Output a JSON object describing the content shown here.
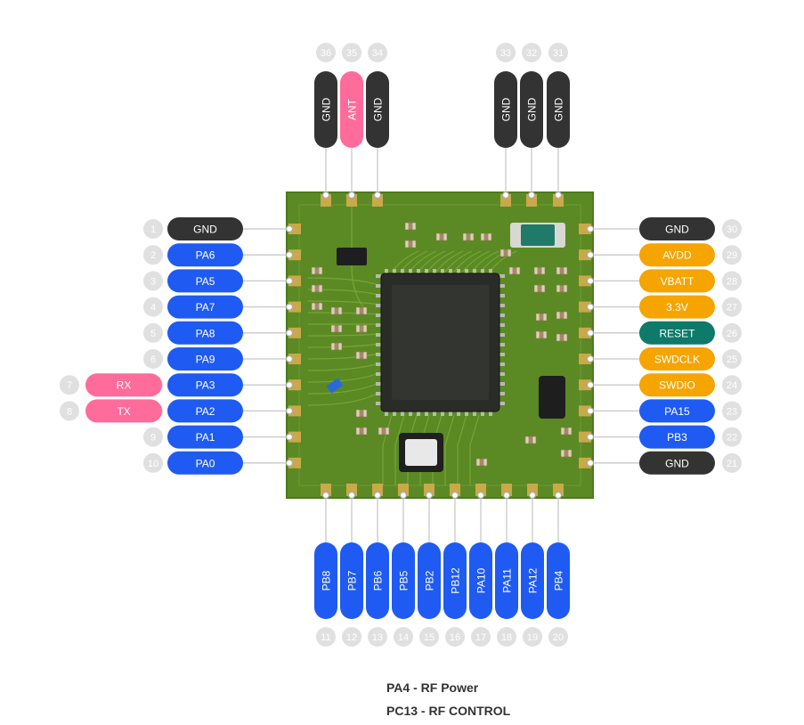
{
  "colors": {
    "gnd": "#333333",
    "gpio": "#1f5bf2",
    "uart": "#ff6b9a",
    "ant": "#ff6b9a",
    "power": "#f6a400",
    "reset": "#0d7a6a",
    "swd": "#f6a400",
    "number_circle": "#e0e0e0",
    "number_text": "#ffffff",
    "pcb": "#5b8a24",
    "pcb_edge": "#4c7a1a",
    "pad": "#c9a94a",
    "chip": "#2a2c28"
  },
  "pins": {
    "left": [
      {
        "num": "1",
        "label": "GND",
        "kind": "gnd"
      },
      {
        "num": "2",
        "label": "PA6",
        "kind": "gpio"
      },
      {
        "num": "3",
        "label": "PA5",
        "kind": "gpio"
      },
      {
        "num": "4",
        "label": "PA7",
        "kind": "gpio"
      },
      {
        "num": "5",
        "label": "PA8",
        "kind": "gpio"
      },
      {
        "num": "6",
        "label": "PA9",
        "kind": "gpio"
      },
      {
        "num": "7",
        "label": "PA3",
        "kind": "gpio",
        "alt": "RX"
      },
      {
        "num": "8",
        "label": "PA2",
        "kind": "gpio",
        "alt": "TX"
      },
      {
        "num": "9",
        "label": "PA1",
        "kind": "gpio"
      },
      {
        "num": "10",
        "label": "PA0",
        "kind": "gpio"
      }
    ],
    "right": [
      {
        "num": "30",
        "label": "GND",
        "kind": "gnd"
      },
      {
        "num": "29",
        "label": "AVDD",
        "kind": "power"
      },
      {
        "num": "28",
        "label": "VBATT",
        "kind": "power"
      },
      {
        "num": "27",
        "label": "3.3V",
        "kind": "power"
      },
      {
        "num": "26",
        "label": "RESET",
        "kind": "reset"
      },
      {
        "num": "25",
        "label": "SWDCLK",
        "kind": "swd"
      },
      {
        "num": "24",
        "label": "SWDIO",
        "kind": "swd"
      },
      {
        "num": "23",
        "label": "PA15",
        "kind": "gpio"
      },
      {
        "num": "22",
        "label": "PB3",
        "kind": "gpio"
      },
      {
        "num": "21",
        "label": "GND",
        "kind": "gnd"
      }
    ],
    "top": [
      {
        "num": "36",
        "label": "GND",
        "kind": "gnd"
      },
      {
        "num": "35",
        "label": "ANT",
        "kind": "ant"
      },
      {
        "num": "34",
        "label": "GND",
        "kind": "gnd"
      },
      {
        "num": "33",
        "label": "GND",
        "kind": "gnd"
      },
      {
        "num": "32",
        "label": "GND",
        "kind": "gnd"
      },
      {
        "num": "31",
        "label": "GND",
        "kind": "gnd"
      }
    ],
    "bottom": [
      {
        "num": "11",
        "label": "PB8",
        "kind": "gpio"
      },
      {
        "num": "12",
        "label": "PB7",
        "kind": "gpio"
      },
      {
        "num": "13",
        "label": "PB6",
        "kind": "gpio"
      },
      {
        "num": "14",
        "label": "PB5",
        "kind": "gpio"
      },
      {
        "num": "15",
        "label": "PB2",
        "kind": "gpio"
      },
      {
        "num": "16",
        "label": "PB12",
        "kind": "gpio"
      },
      {
        "num": "17",
        "label": "PA10",
        "kind": "gpio"
      },
      {
        "num": "18",
        "label": "PA11",
        "kind": "gpio"
      },
      {
        "num": "19",
        "label": "PA12",
        "kind": "gpio"
      },
      {
        "num": "20",
        "label": "PB4",
        "kind": "gpio"
      }
    ]
  },
  "notes": {
    "line1": "PA4 - RF Power",
    "line2": "PC13 - RF CONTROL"
  }
}
